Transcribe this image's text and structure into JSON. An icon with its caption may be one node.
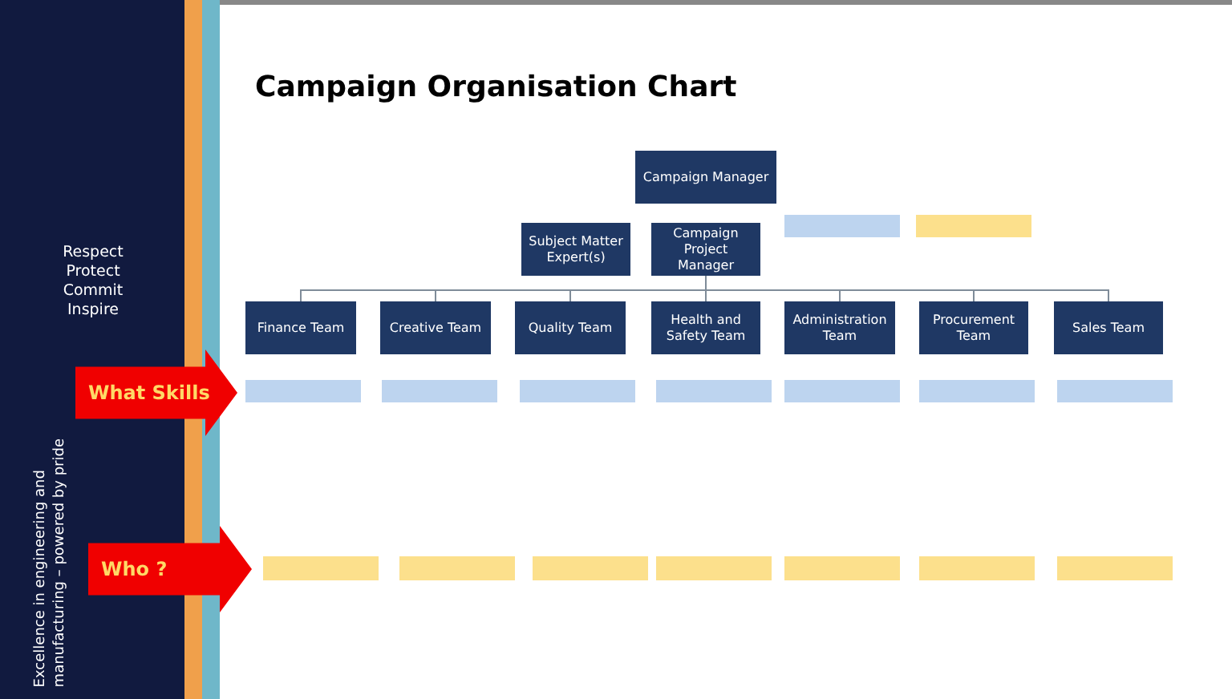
{
  "diagram": {
    "title": "Campaign Organisation Chart",
    "nodes": [
      {
        "text": [
          "Campaign Manager"
        ]
      },
      {
        "text": [
          "Subject Matter Expert(s)"
        ]
      },
      {
        "text": [
          "Campaign Project Manager"
        ]
      },
      {
        "text": [],
        "shape": "bar"
      },
      {
        "text": [],
        "shape": "bar"
      },
      {
        "text": [
          "Finance Team"
        ]
      },
      {
        "text": [
          "Creative Team"
        ]
      },
      {
        "text": [
          "Quality Team"
        ]
      },
      {
        "text": [
          "Health and Safety Team"
        ]
      },
      {
        "text": [
          "Administration Team"
        ]
      },
      {
        "text": [
          "Procurement Team"
        ]
      },
      {
        "text": [
          "Sales Team"
        ]
      },
      {
        "text": [
          "What Skills"
        ]
      },
      {
        "text": [],
        "shape": "bar"
      },
      {
        "text": [],
        "shape": "bar"
      },
      {
        "text": [],
        "shape": "bar"
      },
      {
        "text": [],
        "shape": "bar"
      },
      {
        "text": [],
        "shape": "bar"
      },
      {
        "text": [],
        "shape": "bar"
      },
      {
        "text": [],
        "shape": "bar"
      },
      {
        "text": [
          "Who ?"
        ]
      },
      {
        "text": [],
        "shape": "bar"
      },
      {
        "text": [],
        "shape": "bar"
      },
      {
        "text": [],
        "shape": "bar"
      },
      {
        "text": [],
        "shape": "bar"
      },
      {
        "text": [],
        "shape": "bar"
      },
      {
        "text": [],
        "shape": "bar"
      },
      {
        "text": [],
        "shape": "bar"
      }
    ],
    "edges": [
      {
        "from": 2,
        "to": 5,
        "arrow": "none"
      },
      {
        "from": 2,
        "to": 6,
        "arrow": "none"
      },
      {
        "from": 2,
        "to": 7,
        "arrow": "none"
      },
      {
        "from": 2,
        "to": 8,
        "arrow": "none"
      },
      {
        "from": 2,
        "to": 9,
        "arrow": "none"
      },
      {
        "from": 2,
        "to": 10,
        "arrow": "none"
      },
      {
        "from": 2,
        "to": 11,
        "arrow": "none"
      }
    ],
    "labels": [
      "Respect Protect Commit Inspire",
      "Excellence in engineering and manufacturing – powered by pride"
    ]
  }
}
